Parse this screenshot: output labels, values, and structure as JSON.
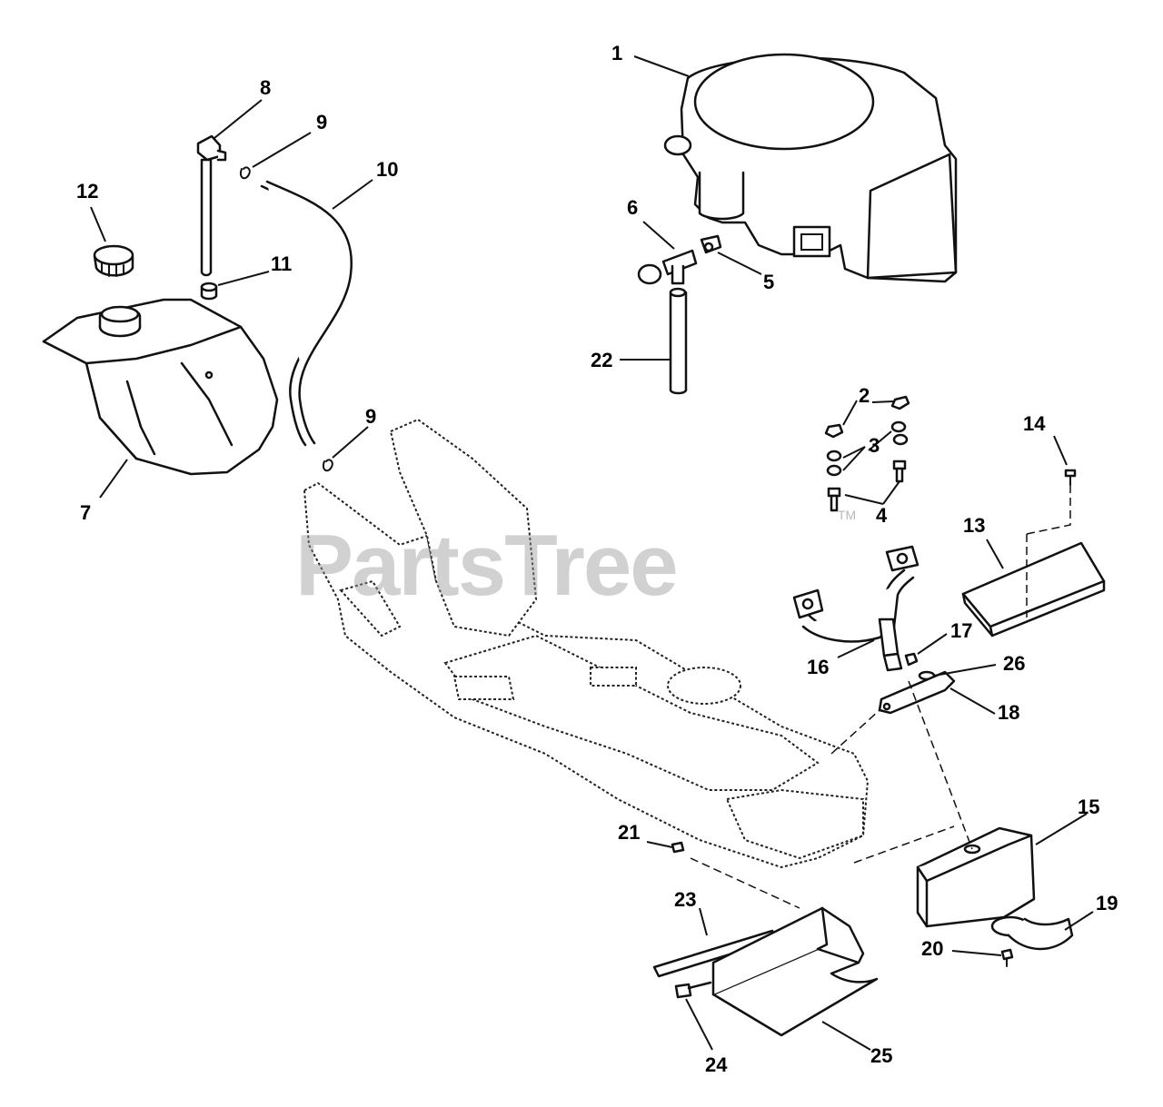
{
  "watermark": {
    "text": "PartsTree",
    "trademark": "TM"
  },
  "callouts": {
    "c1": "1",
    "c2": "2",
    "c3": "3",
    "c4": "4",
    "c5": "5",
    "c6": "6",
    "c7": "7",
    "c8": "8",
    "c9a": "9",
    "c9b": "9",
    "c10": "10",
    "c11": "11",
    "c12": "12",
    "c13": "13",
    "c14": "14",
    "c15": "15",
    "c16": "16",
    "c17": "17",
    "c18": "18",
    "c19": "19",
    "c20": "20",
    "c21": "21",
    "c22": "22",
    "c23": "23",
    "c24": "24",
    "c25": "25",
    "c26": "26"
  }
}
